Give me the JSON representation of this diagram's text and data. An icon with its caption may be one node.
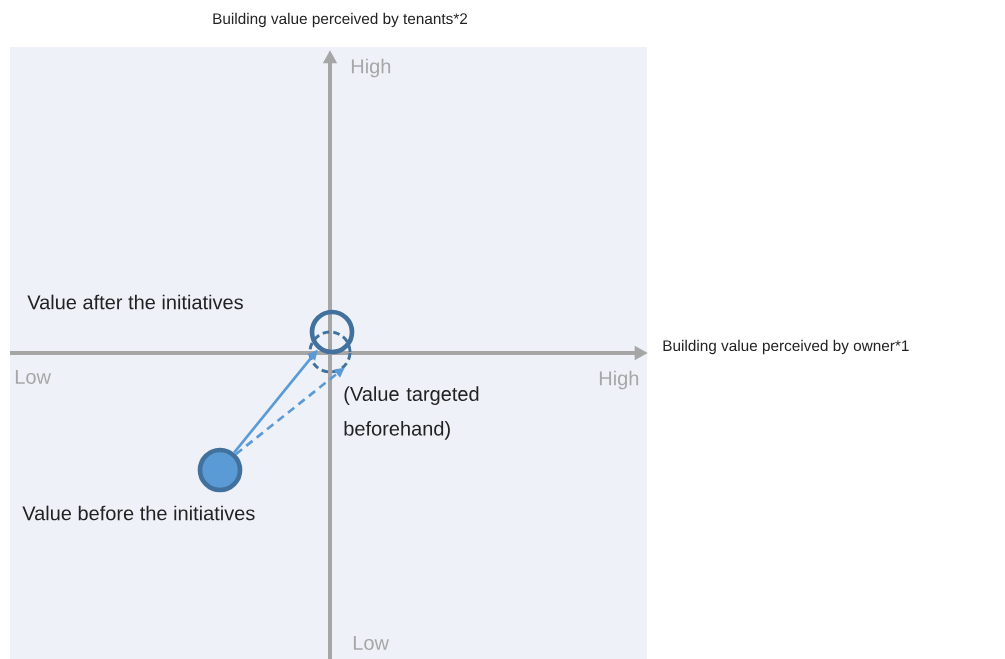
{
  "diagram": {
    "nodes": [
      {
        "text": [],
        "shape": "circle",
        "beside": [
          "Value before the initiatives"
        ]
      },
      {
        "text": [],
        "shape": "circle",
        "beside": [
          "Value after the initiatives"
        ]
      },
      {
        "text": [],
        "shape": "circle",
        "beside": [
          "(Value targeted beforehand)"
        ]
      }
    ],
    "edges": [
      {
        "from": 0,
        "to": 1,
        "arrow": "to"
      },
      {
        "from": 0,
        "to": 2,
        "arrow": "to",
        "style": "dashed"
      }
    ],
    "labels": [
      "Building value perceived by tenants*2",
      "High",
      "Building value perceived by owner*1",
      "Low",
      "High",
      "Low"
    ]
  }
}
